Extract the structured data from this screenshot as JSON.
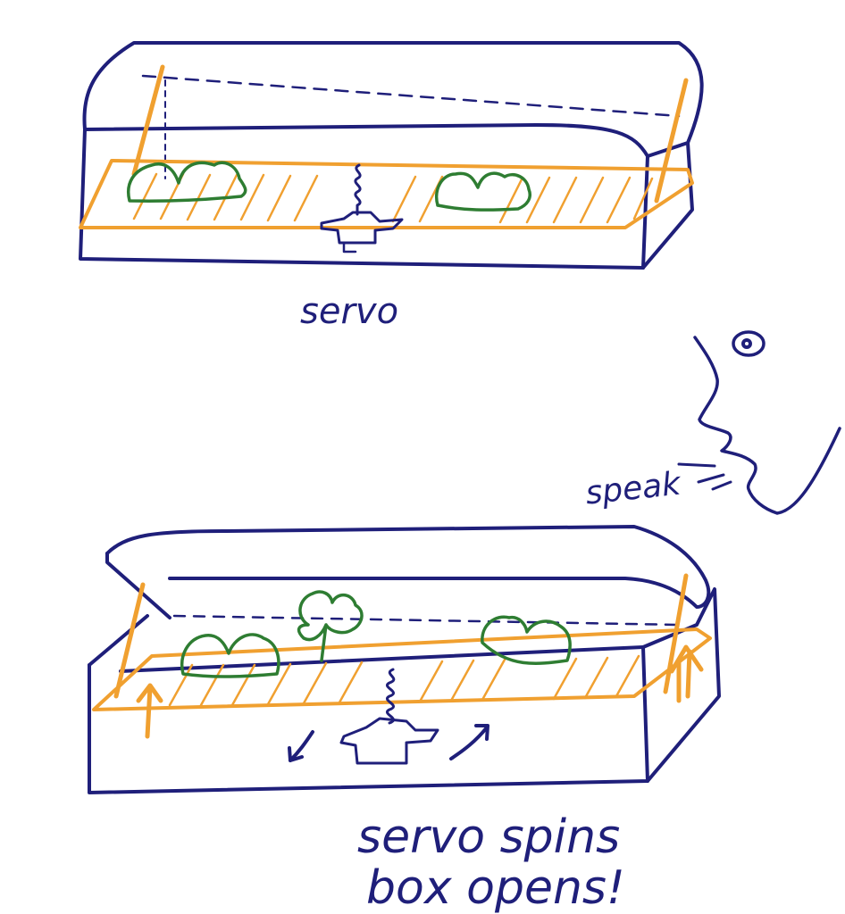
{
  "labels": {
    "servo_top": "servo",
    "speak": "speak",
    "caption_line1": "servo spins",
    "caption_line2": "box opens!"
  },
  "colors": {
    "box_ink": "#1f1f7a",
    "platform_ink": "#f0a030",
    "plant_ink": "#2e7d32",
    "background": "#ffffff"
  },
  "icons": {
    "eye": "eye-icon",
    "face": "face-profile",
    "spin_arrows": "rotation-arrow-icon",
    "lift_arrows": "up-arrow-icon"
  }
}
